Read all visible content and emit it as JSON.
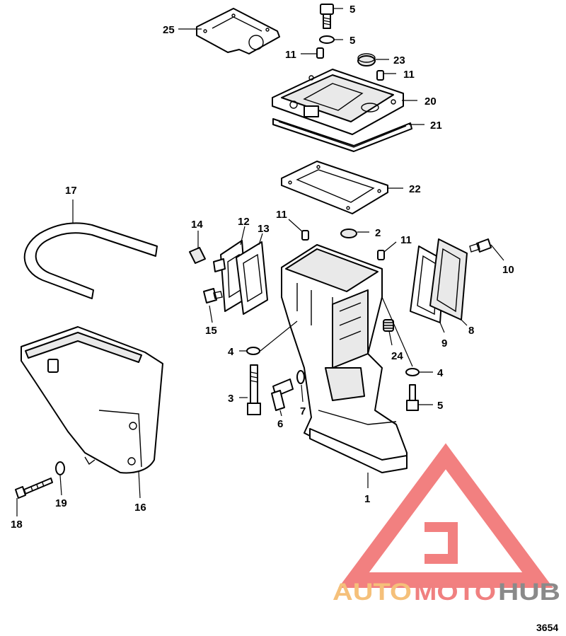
{
  "callouts": {
    "c1": "1",
    "c2": "2",
    "c3": "3",
    "c4a": "4",
    "c4b": "4",
    "c5a": "5",
    "c5b": "5",
    "c5c": "5",
    "c6": "6",
    "c7": "7",
    "c8": "8",
    "c9": "9",
    "c10": "10",
    "c11a": "11",
    "c11b": "11",
    "c11c": "11",
    "c11d": "11",
    "c12": "12",
    "c13": "13",
    "c14": "14",
    "c15": "15",
    "c16": "16",
    "c17": "17",
    "c18": "18",
    "c19": "19",
    "c20": "20",
    "c21": "21",
    "c22": "22",
    "c23": "23",
    "c24": "24",
    "c25": "25"
  },
  "figure_number": "3654",
  "watermark": {
    "part1": "AUTO",
    "part2": "MOTO",
    "part3": "HUB",
    "color1": "#f5c07a",
    "color2": "#f08080",
    "color3": "#8a8a8a",
    "logo_color": "#f06a6a"
  }
}
